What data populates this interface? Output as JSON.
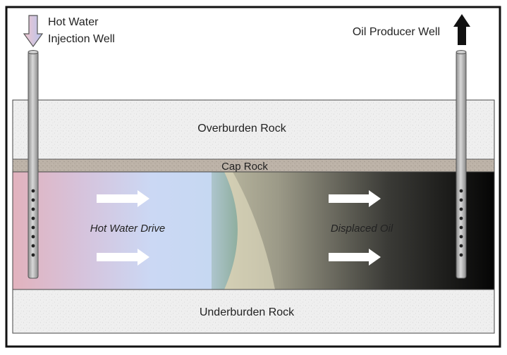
{
  "labels": {
    "injection_well": [
      "Hot Water",
      "Injection Well"
    ],
    "producer_well": "Oil Producer Well",
    "overburden": "Overburden Rock",
    "cap_rock": "Cap Rock",
    "hot_water_drive": "Hot Water Drive",
    "displaced_oil": "Displaced Oil",
    "underburden": "Underburden Rock"
  },
  "colors": {
    "frame": "#111111",
    "rock": "#efefef",
    "cap_rock": "#bdb3a8",
    "pipe": "#a9a9a9",
    "water_hot": "#e3b4c0",
    "water_cool": "#c8d9f4",
    "front": "#9db8b0",
    "oil_light": "#f0ebc8",
    "oil_dark": "#0a0a0a",
    "arrow_injection": "#c4c8e8",
    "arrow_producer": "#111111"
  }
}
